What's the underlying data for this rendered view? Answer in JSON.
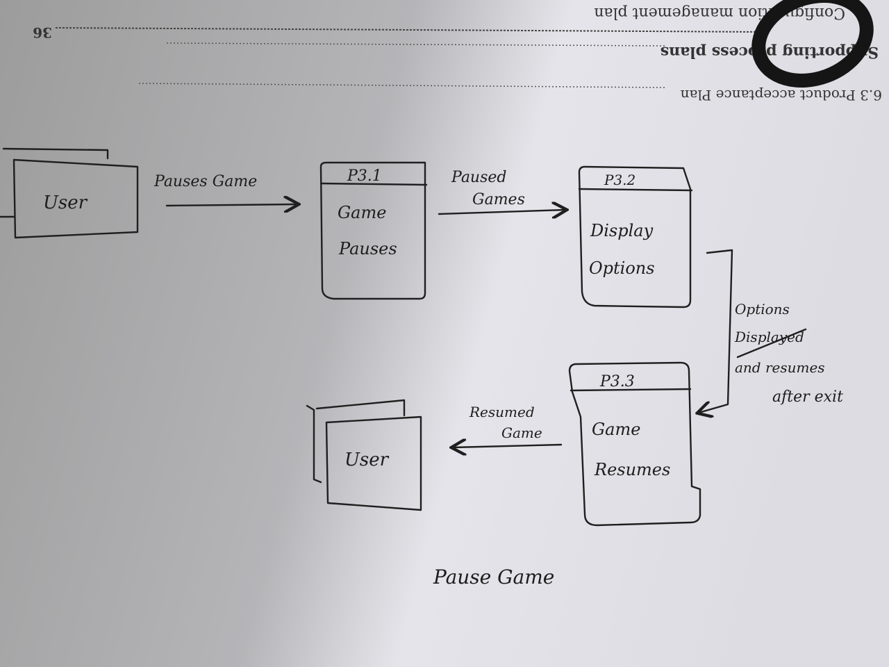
{
  "header": {
    "line1": "1. Configuration management plan",
    "page_number": "36",
    "line2": "Supporting process plans",
    "line3": "6.3 Product acceptance Plan"
  },
  "diagram": {
    "external_entities": [
      {
        "label": "User"
      },
      {
        "label": "User"
      }
    ],
    "processes": [
      {
        "id": "P3.1",
        "label_line1": "Game",
        "label_line2": "Pauses"
      },
      {
        "id": "P3.2",
        "label_line1": "Display",
        "label_line2": "Options"
      },
      {
        "id": "P3.3",
        "label_line1": "Game",
        "label_line2": "Resumes"
      }
    ],
    "flows": [
      {
        "label_line1": "Pauses Game",
        "label_line2": ""
      },
      {
        "label_line1": "Paused",
        "label_line2": "Games"
      },
      {
        "label_line1": "Options",
        "label_line2": "Displayed",
        "label_line3": "and resumes",
        "label_line4": "after exit"
      },
      {
        "label_line1": "Resumed",
        "label_line2": "Game"
      }
    ],
    "caption": "Pause Game"
  }
}
